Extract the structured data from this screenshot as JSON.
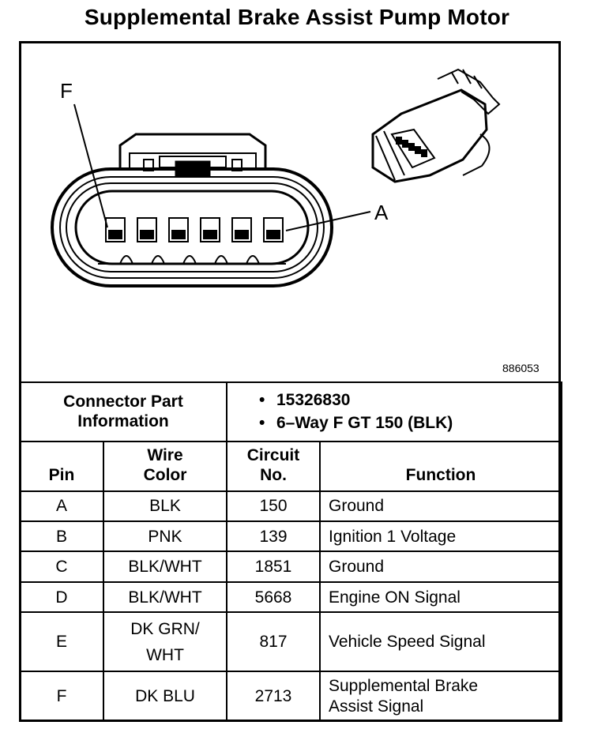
{
  "title": "Supplemental Brake Assist Pump Motor",
  "diagram": {
    "label_f": "F",
    "label_a": "A",
    "figure_id": "886053"
  },
  "connector_info": {
    "label_line1": "Connector Part",
    "label_line2": "Information",
    "items": [
      "15326830",
      "6–Way F GT 150 (BLK)"
    ]
  },
  "table": {
    "headers": {
      "pin": "Pin",
      "wire_line1": "Wire",
      "wire_line2": "Color",
      "circuit_line1": "Circuit",
      "circuit_line2": "No.",
      "function": "Function"
    },
    "rows": [
      {
        "pin": "A",
        "wire": "BLK",
        "circuit": "150",
        "function": "Ground"
      },
      {
        "pin": "B",
        "wire": "PNK",
        "circuit": "139",
        "function": "Ignition 1 Voltage"
      },
      {
        "pin": "C",
        "wire": "BLK/WHT",
        "circuit": "1851",
        "function": "Ground"
      },
      {
        "pin": "D",
        "wire": "BLK/WHT",
        "circuit": "5668",
        "function": "Engine ON Signal"
      },
      {
        "pin": "E",
        "wire_line1": "DK GRN/",
        "wire_line2": "WHT",
        "circuit": "817",
        "function": "Vehicle Speed Signal"
      },
      {
        "pin": "F",
        "wire": "DK BLU",
        "circuit": "2713",
        "function_line1": "Supplemental Brake",
        "function_line2": "Assist Signal"
      }
    ]
  }
}
